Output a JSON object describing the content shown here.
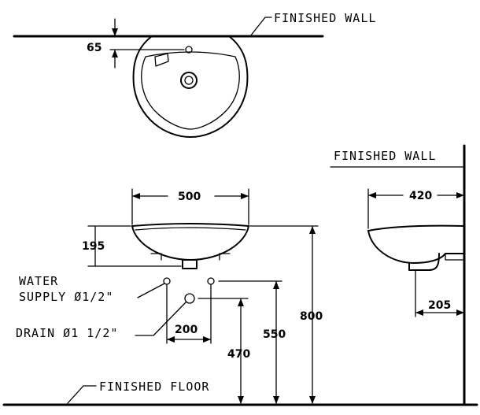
{
  "top_view": {
    "wall_label": "FINISHED WALL",
    "offset_dim": "65"
  },
  "front_view": {
    "width_dim": "500",
    "height_dim": "195",
    "water_supply_label_1": "WATER",
    "water_supply_label_2": "SUPPLY Ø1/2\"",
    "drain_label": "DRAIN Ø1 1/2\"",
    "supply_spacing_dim": "200",
    "drain_height_dim": "470",
    "supply_height_dim": "550",
    "rim_height_dim": "800",
    "floor_label": "FINISHED FLOOR"
  },
  "side_view": {
    "wall_label": "FINISHED WALL",
    "depth_dim": "420",
    "trap_dim": "205"
  },
  "colors": {
    "line": "#000000",
    "background": "#ffffff"
  }
}
